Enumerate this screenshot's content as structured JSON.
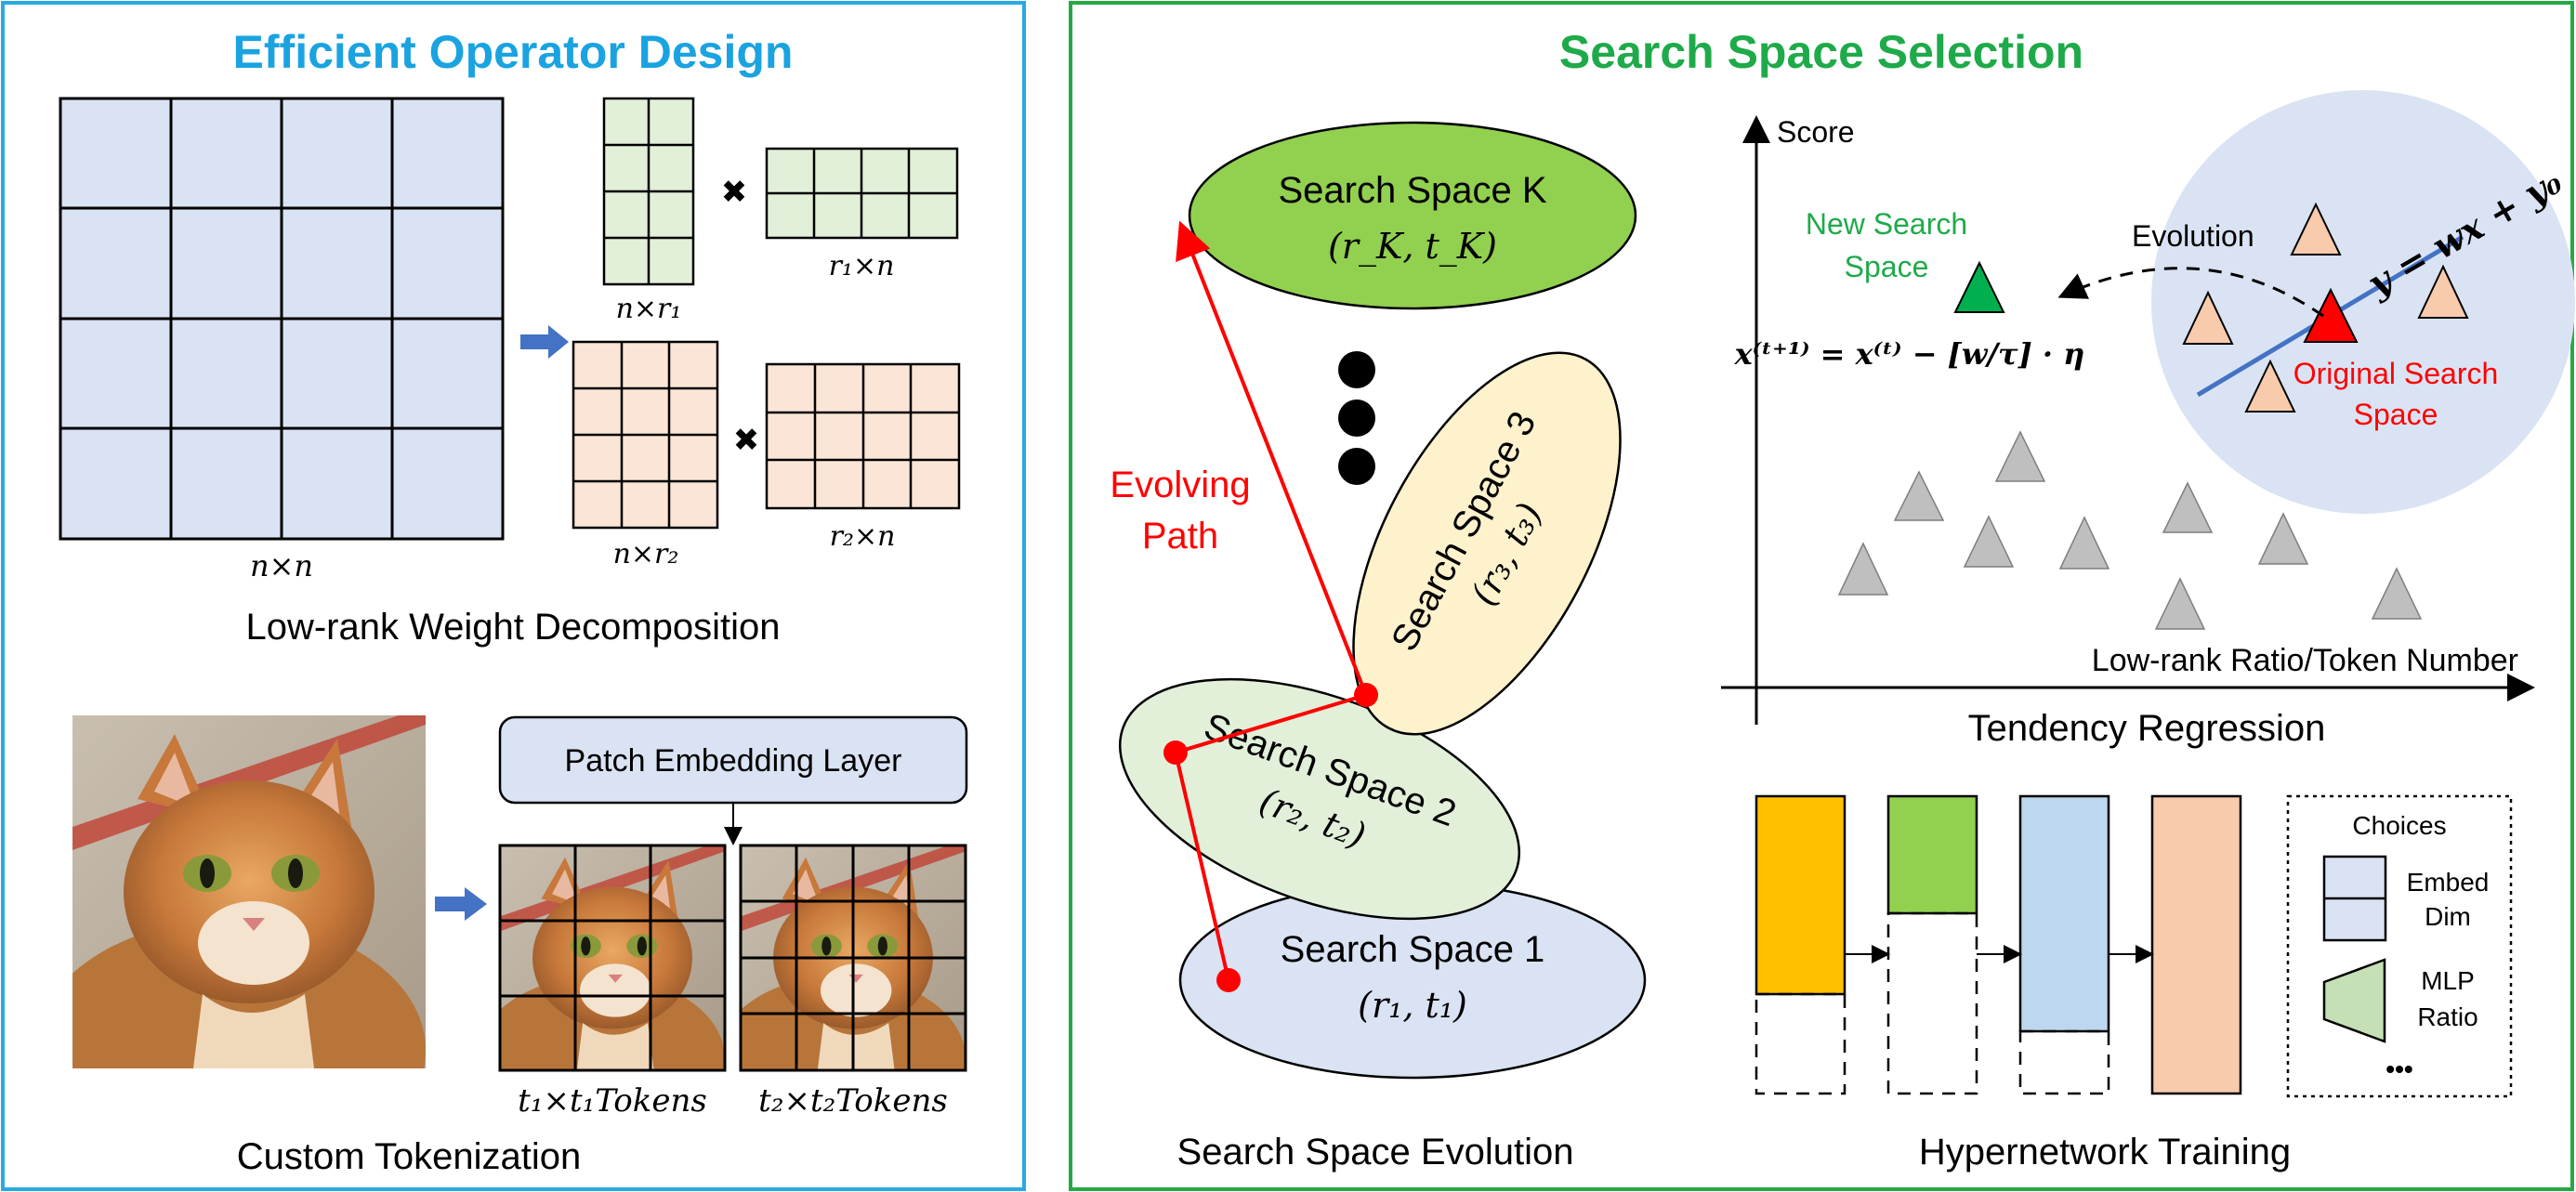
{
  "left_panel": {
    "title": "Efficient Operator Design",
    "title_color": "#1aa3e0",
    "border_color": "#29a9e1",
    "weight_decomposition": {
      "caption": "Low-rank Weight Decomposition",
      "big_matrix_label": "n×n",
      "u1_label": "n×r₁",
      "v1_label": "r₁×n",
      "u2_label": "n×r₂",
      "v2_label": "r₂×n",
      "multiply_symbol": "✖"
    },
    "tokenization": {
      "caption": "Custom Tokenization",
      "patch_layer_label": "Patch Embedding Layer",
      "tokens1_label": "t₁×t₁Tokens",
      "tokens2_label": "t₂×t₂Tokens"
    }
  },
  "right_panel": {
    "title": "Search Space Selection",
    "title_color": "#1faa4a",
    "border_color": "#27a845",
    "evolution": {
      "caption": "Search Space Evolution",
      "evolving_path_label_1": "Evolving",
      "evolving_path_label_2": "Path",
      "spaces": [
        {
          "name": "Search Space K",
          "params": "(r_K, t_K)",
          "color": "#92d050"
        },
        {
          "name": "Search Space 3",
          "params": "(r₃, t₃)",
          "color": "#fdf2cc"
        },
        {
          "name": "Search Space 2",
          "params": "(r₂, t₂)",
          "color": "#e2efd9"
        },
        {
          "name": "Search Space 1",
          "params": "(r₁, t₁)",
          "color": "#dae3f3"
        }
      ]
    },
    "regression": {
      "caption": "Tendency Regression",
      "y_axis_label": "Score",
      "x_axis_label": "Low-rank Ratio/Token Number",
      "new_space_label_1": "New Search",
      "new_space_label_2": "Space",
      "evolution_label": "Evolution",
      "original_label_1": "Original Search",
      "original_label_2": "Space",
      "line_equation": "y = wx + y₀",
      "update_equation": "x⁽ᵗ⁺¹⁾ = x⁽ᵗ⁾ − [w/τ] · η"
    },
    "hypernetwork": {
      "caption": "Hypernetwork Training",
      "choices_title": "Choices",
      "embed_label_1": "Embed",
      "embed_label_2": "Dim",
      "mlp_label_1": "MLP",
      "mlp_label_2": "Ratio",
      "more_label": "•••"
    }
  },
  "colors": {
    "matrix_blue": "#dae3f3",
    "matrix_green": "#e2efd9",
    "matrix_peach": "#fbe5d6",
    "arrow_blue": "#4472c4",
    "red": "#ff0000",
    "orange_block": "#ffc000",
    "green_block": "#92d050",
    "blue_block": "#bdd7ee",
    "peach_block": "#f8cbad",
    "gray_triangle": "#bfbfbf",
    "regression_line": "#4472c4",
    "circle_fill": "#dae3f3"
  }
}
